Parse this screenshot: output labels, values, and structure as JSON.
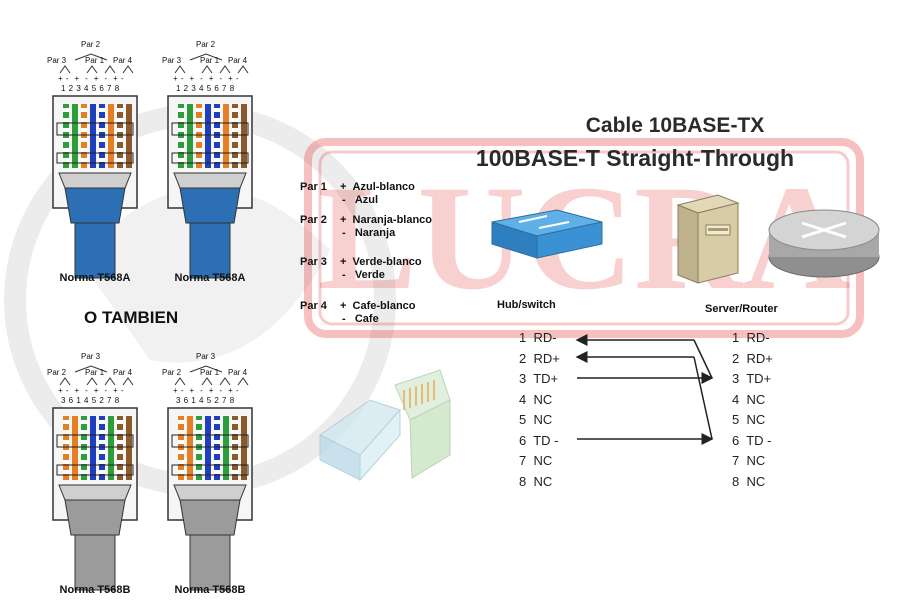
{
  "top_connectors": [
    {
      "caption": "Norma T568A",
      "pin_order": "1 2 3 4 5 6 7 8",
      "pairs": [
        "Par 3",
        "Par 2",
        "Par 1",
        "Par 4"
      ]
    },
    {
      "caption": "Norma T568A",
      "pin_order": "1 2 3 4 5 6 7 8",
      "pairs": [
        "Par 3",
        "Par 2",
        "Par 1",
        "Par 4"
      ]
    }
  ],
  "bottom_connectors": [
    {
      "caption": "Norma T568B",
      "pin_order": "3 6 1 4 5 2 7 8",
      "pairs": [
        "Par 2",
        "Par 3",
        "Par 1",
        "Par 4"
      ]
    },
    {
      "caption": "Norma T568B",
      "pin_order": "3 6 1 4 5 2 7 8",
      "pairs": [
        "Par 2",
        "Par 3",
        "Par 1",
        "Par 4"
      ]
    }
  ],
  "separator": "O TAMBIEN",
  "title_line1": "Cable 10BASE-TX",
  "title_line2": "100BASE-T Straight-Through",
  "legend": [
    {
      "pair": "Par 1",
      "plus": "Azul-blanco",
      "minus": "Azul"
    },
    {
      "pair": "Par 2",
      "plus": "Naranja-blanco",
      "minus": "Naranja"
    },
    {
      "pair": "Par 3",
      "plus": "Verde-blanco",
      "minus": "Verde"
    },
    {
      "pair": "Par 4",
      "plus": "Cafe-blanco",
      "minus": "Cafe"
    }
  ],
  "devices": {
    "hub": "Hub/switch",
    "server": "Server/Router"
  },
  "pinout_left": [
    "1  RD-",
    "2  RD+",
    "3  TD+",
    "4  NC",
    "5  NC",
    "6  TD -",
    "7  NC",
    "8  NC"
  ],
  "pinout_right": [
    "1  RD-",
    "2  RD+",
    "3  TD+",
    "4  NC",
    "5  NC",
    "6  TD -",
    "7  NC",
    "8  NC"
  ],
  "watermark": "LUCRA",
  "colors": {
    "green": "#2e9e3a",
    "orange": "#e67e22",
    "blue": "#1f3fbf",
    "brown": "#8a5a2b",
    "cable_blue": "#2c6fb4",
    "cable_gray": "#9b9b9b",
    "watermark_red": "#e03030"
  }
}
